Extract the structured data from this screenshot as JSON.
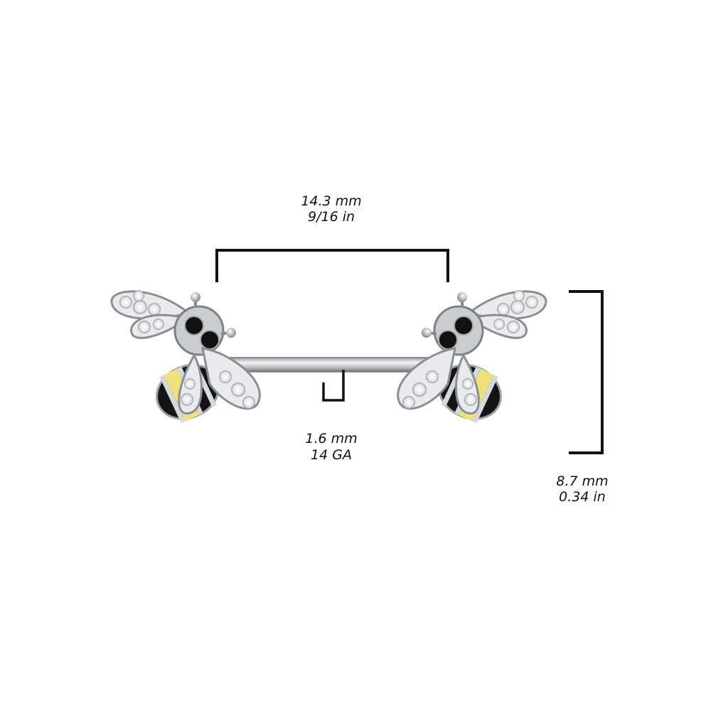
{
  "dimensions": {
    "length": {
      "mm": "14.3 mm",
      "in": "9/16 in"
    },
    "gauge": {
      "mm": "1.6 mm",
      "ga": "14 GA"
    },
    "height": {
      "mm": "8.7 mm",
      "in": "0.34 in"
    }
  },
  "colors": {
    "silver": "#c9ccd1",
    "enamel_yellow": "#f0e27a",
    "enamel_black": "#141414",
    "bracket": "#111111"
  }
}
